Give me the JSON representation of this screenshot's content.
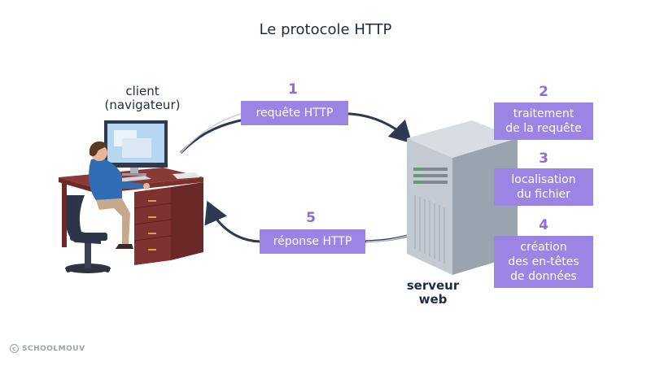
{
  "title": "Le protocole HTTP",
  "client_label": "client\n(navigateur)",
  "server_label": "serveur\nweb",
  "steps": [
    {
      "number": "1",
      "label": "requête HTTP"
    },
    {
      "number": "2",
      "label": "traitement\nde la requête"
    },
    {
      "number": "3",
      "label": "localisation\ndu fichier"
    },
    {
      "number": "4",
      "label": "création\ndes en-têtes\nde données"
    },
    {
      "number": "5",
      "label": "réponse HTTP"
    }
  ],
  "watermark": "SCHOOLMOUV",
  "colors": {
    "accent": "#9b84e4",
    "number": "#8b6fd6",
    "arrow": "#2e3a52",
    "text": "#1f2a44"
  }
}
